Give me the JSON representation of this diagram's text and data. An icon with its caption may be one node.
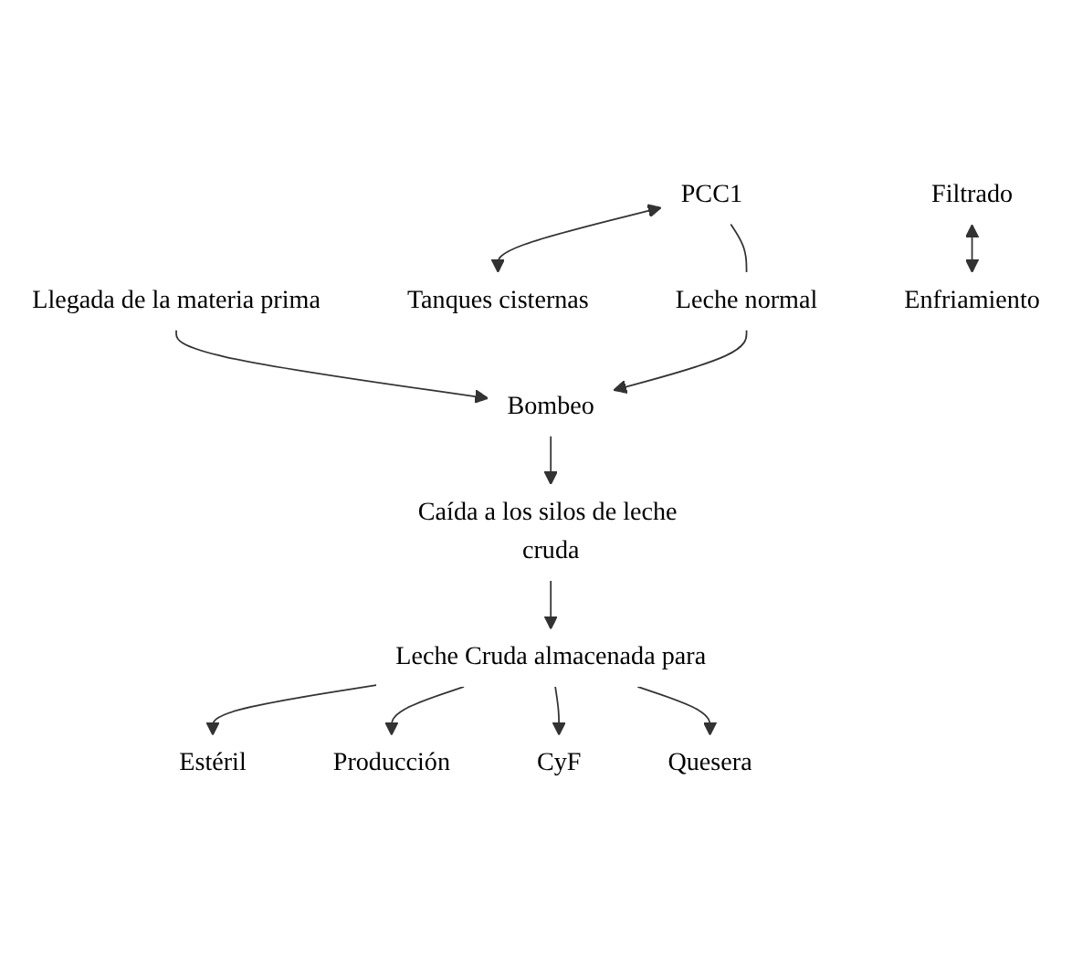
{
  "diagram": {
    "nodes": [
      {
        "text": [
          "Llegada de la materia prima"
        ]
      },
      {
        "text": [
          "PCC1"
        ]
      },
      {
        "text": [
          "Tanques cisternas"
        ]
      },
      {
        "text": [
          "Leche normal"
        ]
      },
      {
        "text": [
          "Bombeo"
        ]
      },
      {
        "text": [
          "Filtrado"
        ]
      },
      {
        "text": [
          "Enfriamiento"
        ]
      },
      {
        "text": [
          "Caída a los silos de leche cruda"
        ]
      },
      {
        "text": [
          "Leche Cruda almacenada para"
        ]
      },
      {
        "text": [
          "Estéril"
        ]
      },
      {
        "text": [
          "Producción"
        ]
      },
      {
        "text": [
          "CyF"
        ]
      },
      {
        "text": [
          "Quesera"
        ]
      }
    ],
    "edges": [
      {
        "from": 0,
        "to": 4,
        "arrow": "to"
      },
      {
        "from": 1,
        "to": 2,
        "arrow": "both"
      },
      {
        "from": 1,
        "to": 3,
        "arrow": "none"
      },
      {
        "from": 3,
        "to": 4,
        "arrow": "to"
      },
      {
        "from": 5,
        "to": 6,
        "arrow": "both"
      },
      {
        "from": 4,
        "to": 7,
        "arrow": "to"
      },
      {
        "from": 7,
        "to": 8,
        "arrow": "to"
      },
      {
        "from": 8,
        "to": 9,
        "arrow": "to"
      },
      {
        "from": 8,
        "to": 10,
        "arrow": "to"
      },
      {
        "from": 8,
        "to": 11,
        "arrow": "to"
      },
      {
        "from": 8,
        "to": 12,
        "arrow": "to"
      }
    ]
  }
}
